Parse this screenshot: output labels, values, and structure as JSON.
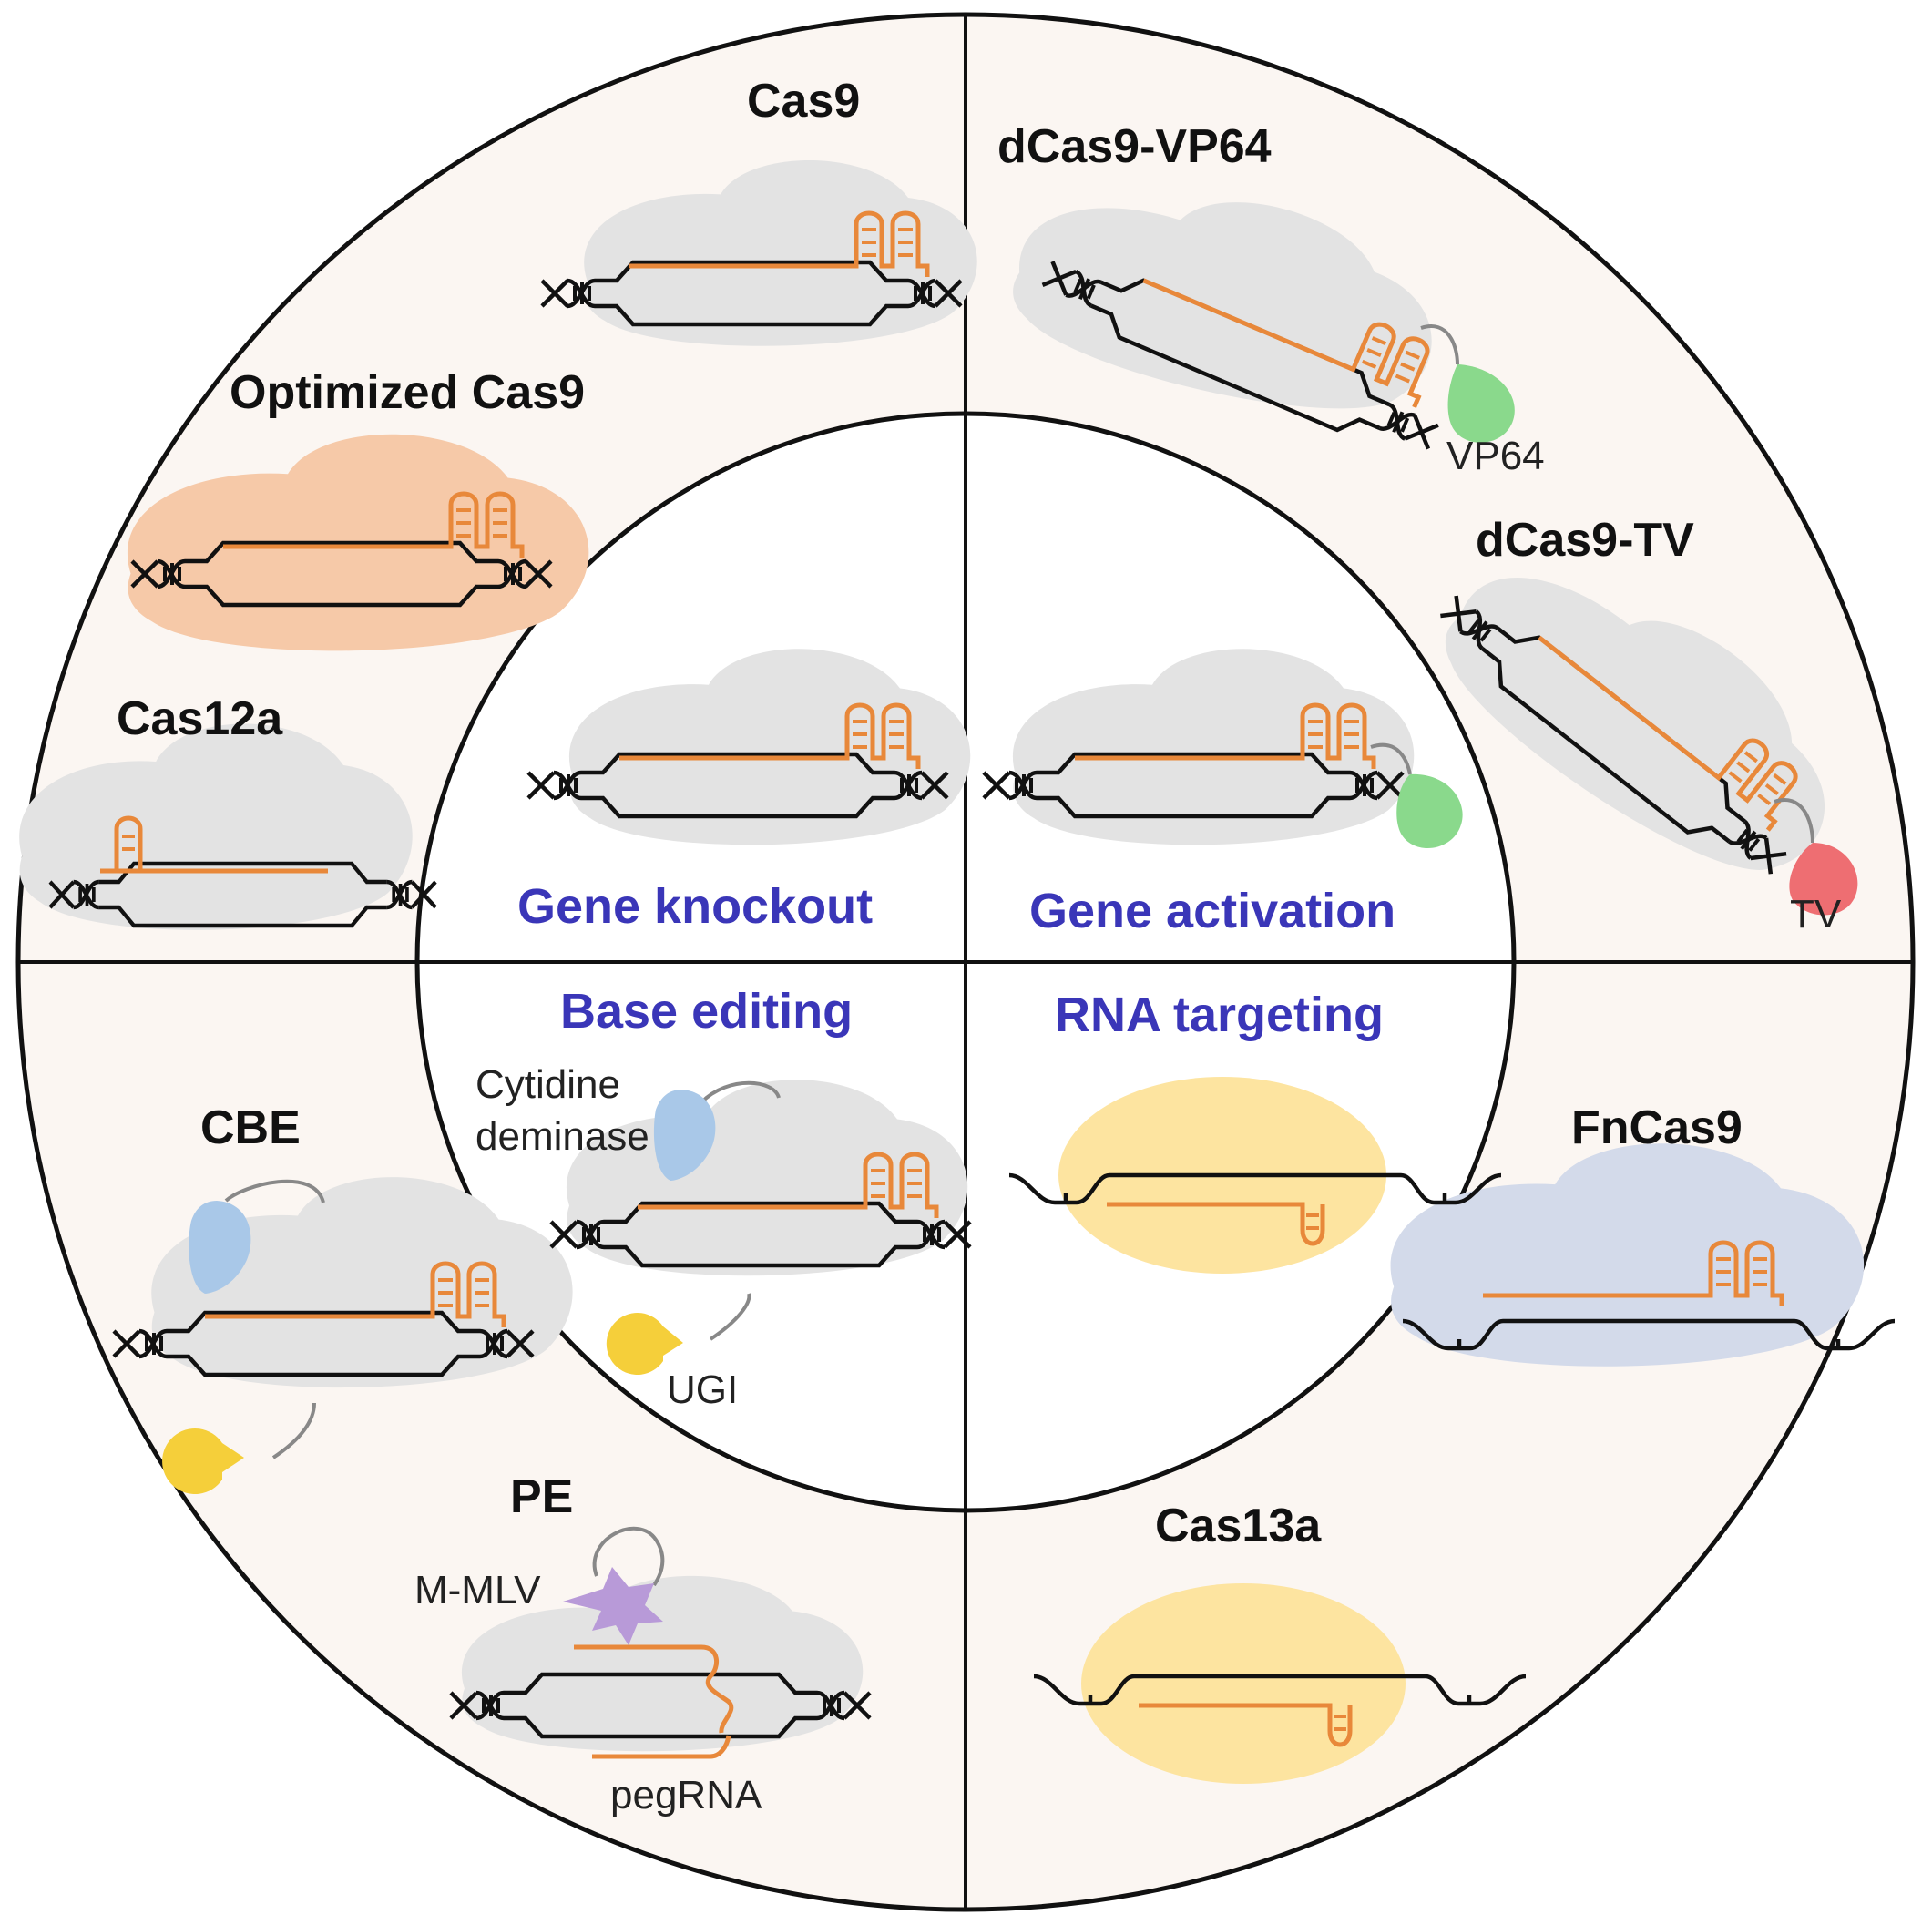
{
  "colors": {
    "panel_bg": "#fbf6f2",
    "inner_bg": "#ffffff",
    "outline": "#111111",
    "protein_grey": "#e3e3e3",
    "rna_orange": "#e8883a",
    "optimized_cas9": "#f6c9a8",
    "cas13a_yellow": "#fde4a0",
    "fncas9_blue": "#d3daea",
    "vp64_green": "#8ad98c",
    "tv_red": "#ee6e72",
    "deaminase_blue": "#a9c8e8",
    "ugi_yellow": "#f5cf3a",
    "mmlv_purple": "#b89ad8",
    "category_text": "#3a36b8"
  },
  "categories": {
    "knockout": "Gene knockout",
    "activation": "Gene activation",
    "base_editing": "Base editing",
    "rna_targeting": "RNA targeting"
  },
  "tools": {
    "cas9": "Cas9",
    "optimized_cas9": "Optimized Cas9",
    "cas12a": "Cas12a",
    "dcas9_vp64": "dCas9-VP64",
    "dcas9_tv": "dCas9-TV",
    "cbe": "CBE",
    "pe": "PE",
    "fncas9": "FnCas9",
    "cas13a": "Cas13a"
  },
  "annotations": {
    "vp64": "VP64",
    "tv": "TV",
    "cytidine": "Cytidine",
    "deminase": "deminase",
    "ugi": "UGI",
    "mmlv": "M-MLV",
    "pegrna": "pegRNA"
  }
}
